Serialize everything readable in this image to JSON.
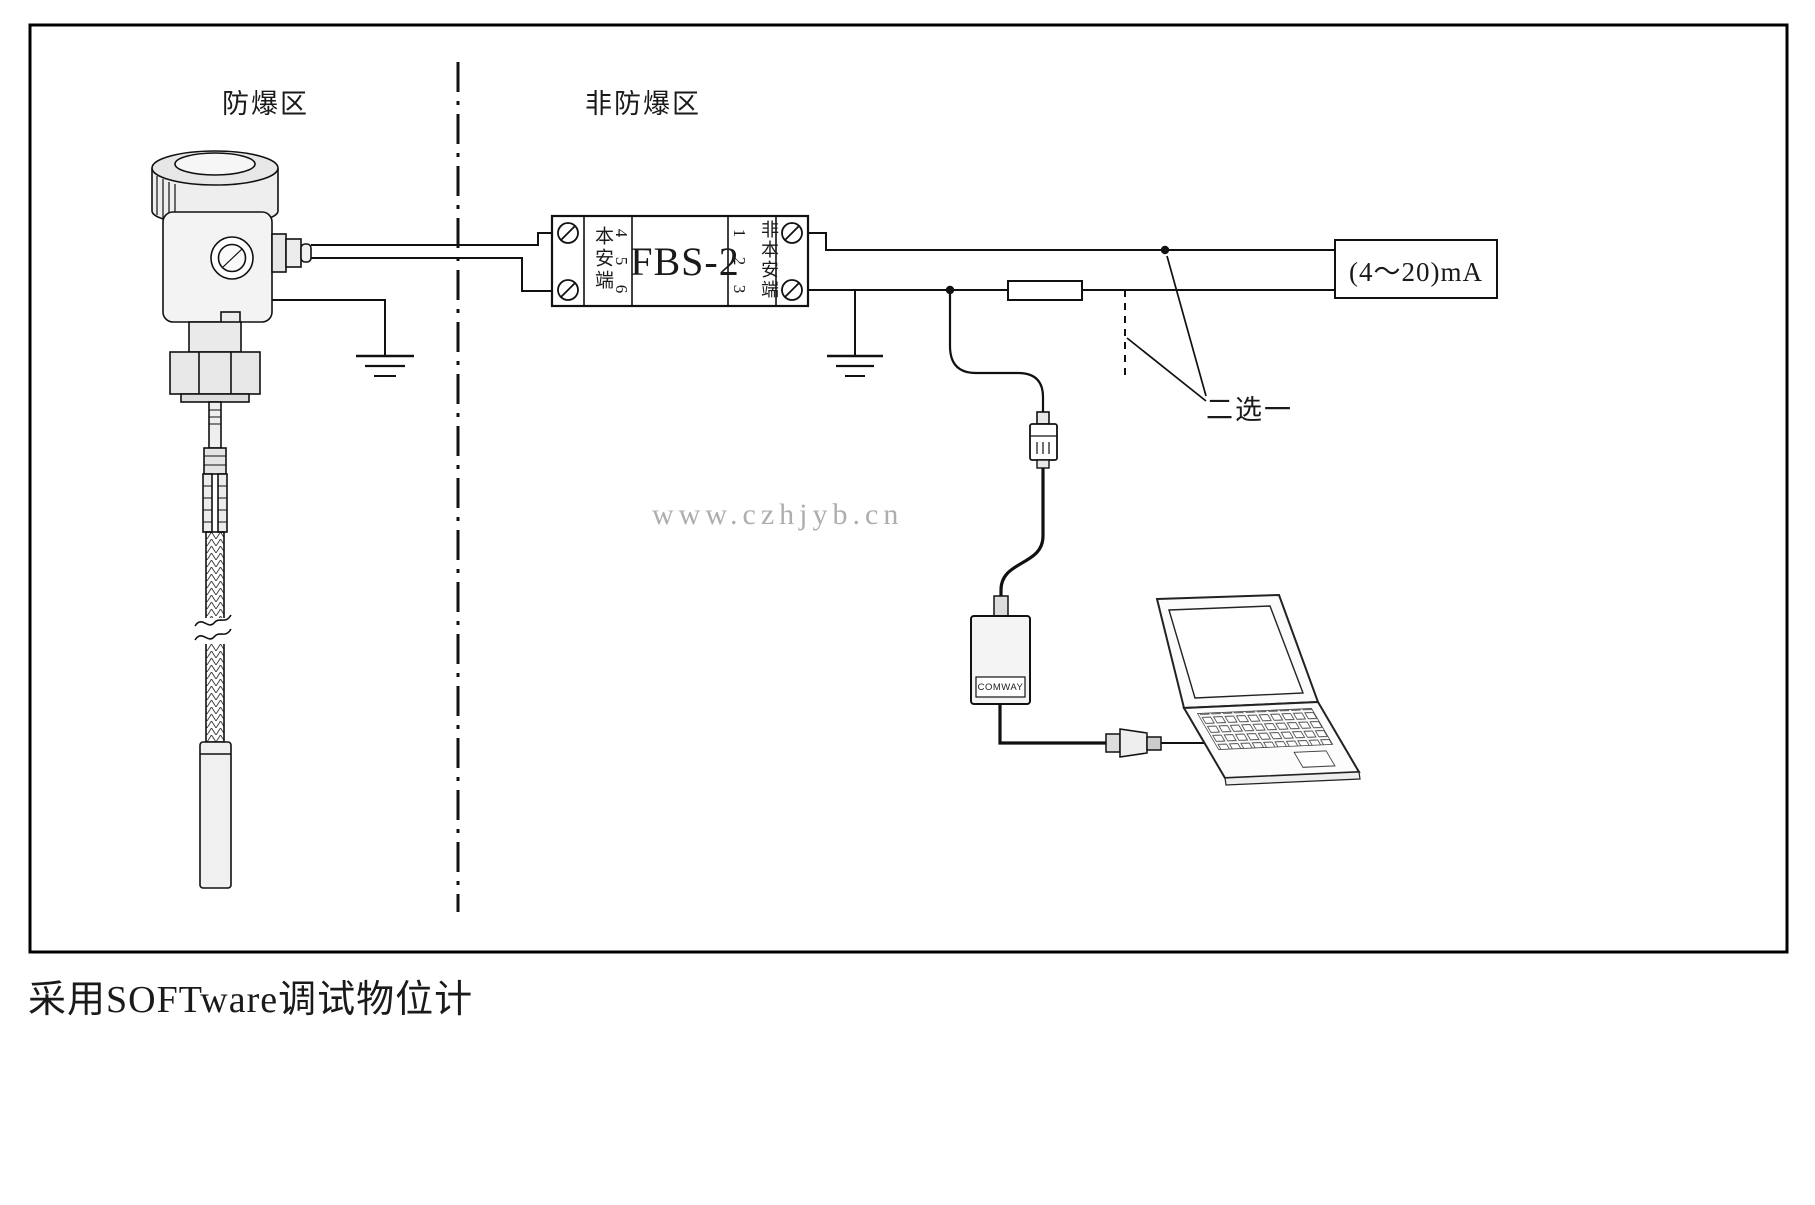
{
  "zones": {
    "hazardous": "防爆区",
    "safe": "非防爆区"
  },
  "barrier": {
    "model": "FBS-2",
    "left_label": "本安端",
    "right_label": "非本安端",
    "left_terminals": [
      "4",
      "5",
      "6"
    ],
    "right_terminals": [
      "1",
      "2",
      "3"
    ]
  },
  "output": {
    "signal": "(4～20)mA"
  },
  "selector": {
    "label": "二选一"
  },
  "converter": {
    "brand": "COMWAY"
  },
  "watermark": "www.czhjyb.cn",
  "caption": "采用SOFTware调试物位计",
  "colors": {
    "line": "#111111",
    "fill_light": "#f2f2f2",
    "watermark": "#aeaeae"
  }
}
